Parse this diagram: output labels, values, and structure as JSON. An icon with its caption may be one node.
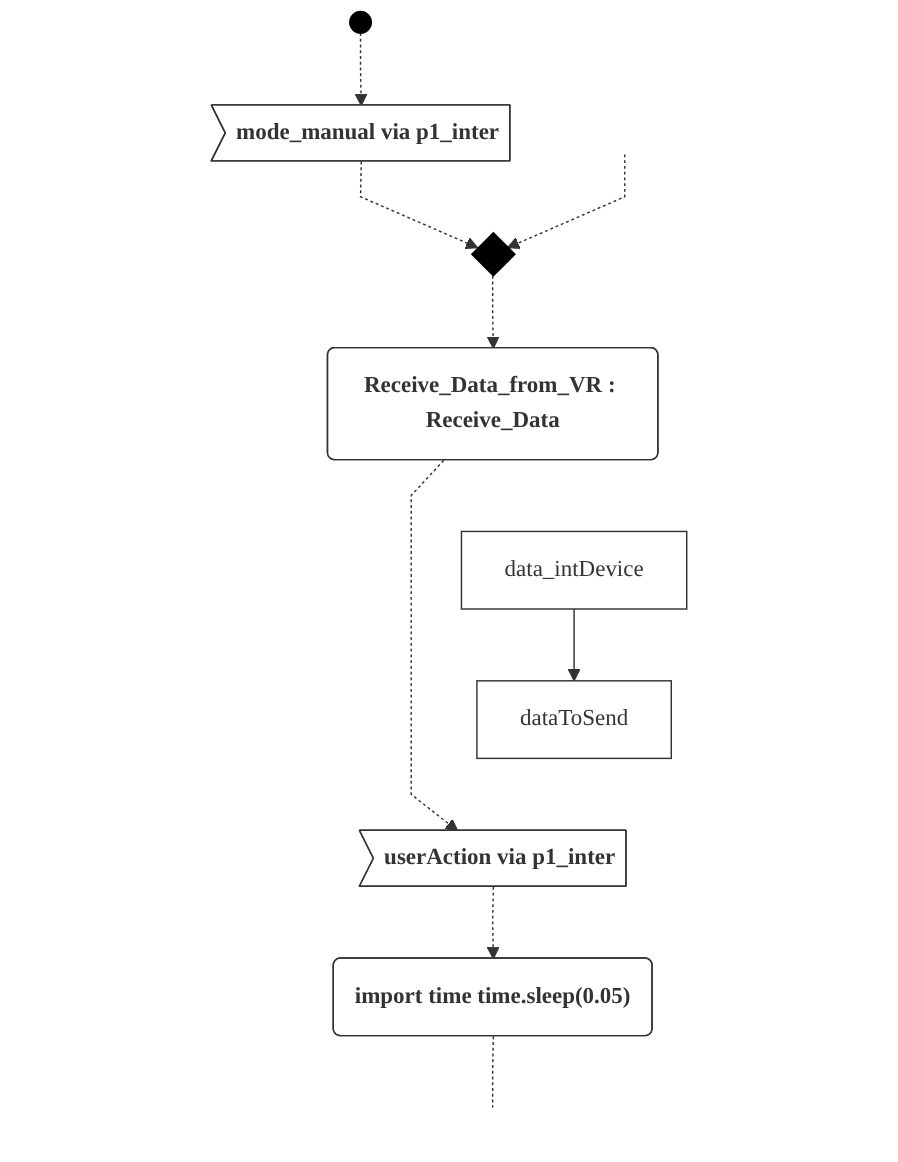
{
  "diagram": {
    "nodes": [
      {
        "text": [],
        "shape": "circle"
      },
      {
        "text": [
          "mode_manual via p1_inter"
        ]
      },
      {
        "text": [],
        "shape": "diamond"
      },
      {
        "text": [
          "Receive_Data_from_VR : Receive_Data"
        ]
      },
      {
        "text": [
          "data_intDevice"
        ]
      },
      {
        "text": [
          "dataToSend"
        ]
      },
      {
        "text": [
          "userAction via p1_inter"
        ]
      },
      {
        "text": [
          "import time time.sleep(0.05)"
        ]
      }
    ],
    "edges": [
      {
        "from": 0,
        "to": 1,
        "arrow": "to",
        "style": "dashed"
      },
      {
        "from": 1,
        "to": 2,
        "arrow": "to",
        "style": "dashed"
      },
      {
        "from": null,
        "to": 2,
        "arrow": "to",
        "style": "dashed"
      },
      {
        "from": 2,
        "to": 3,
        "arrow": "to",
        "style": "dashed"
      },
      {
        "from": 3,
        "to": 6,
        "arrow": "to",
        "style": "dashed"
      },
      {
        "from": 4,
        "to": 5,
        "arrow": "to"
      },
      {
        "from": 6,
        "to": 7,
        "arrow": "to",
        "style": "dashed"
      },
      {
        "from": 7,
        "to": null,
        "arrow": "none",
        "style": "dashed"
      }
    ]
  }
}
